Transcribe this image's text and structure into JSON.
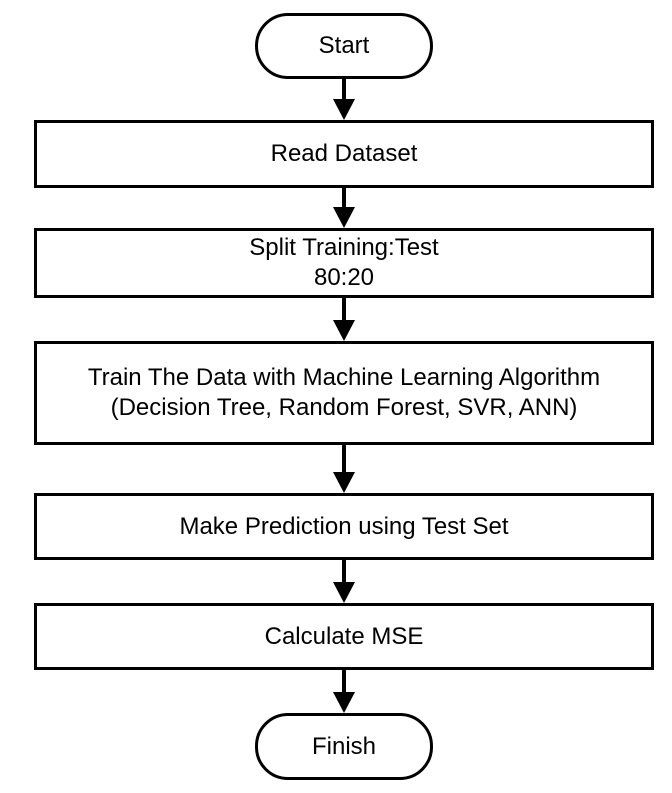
{
  "flowchart": {
    "type": "flowchart",
    "direction": "top-down",
    "colors": {
      "stroke": "#000000",
      "fill": "#ffffff",
      "text": "#000000"
    },
    "nodes": [
      {
        "id": "start",
        "shape": "terminator",
        "lines": [
          "Start"
        ]
      },
      {
        "id": "read-dataset",
        "shape": "process",
        "lines": [
          "Read Dataset"
        ]
      },
      {
        "id": "split-train-test",
        "shape": "process",
        "lines": [
          "Split Training:Test",
          "80:20"
        ]
      },
      {
        "id": "train-model",
        "shape": "process",
        "lines": [
          "Train The Data with Machine Learning Algorithm",
          "(Decision Tree, Random Forest, SVR, ANN)"
        ]
      },
      {
        "id": "make-prediction",
        "shape": "process",
        "lines": [
          "Make Prediction using Test Set"
        ]
      },
      {
        "id": "calculate-mse",
        "shape": "process",
        "lines": [
          "Calculate MSE"
        ]
      },
      {
        "id": "finish",
        "shape": "terminator",
        "lines": [
          "Finish"
        ]
      }
    ],
    "edges": [
      {
        "from": "start",
        "to": "read-dataset"
      },
      {
        "from": "read-dataset",
        "to": "split-train-test"
      },
      {
        "from": "split-train-test",
        "to": "train-model"
      },
      {
        "from": "train-model",
        "to": "make-prediction"
      },
      {
        "from": "make-prediction",
        "to": "calculate-mse"
      },
      {
        "from": "calculate-mse",
        "to": "finish"
      }
    ]
  }
}
